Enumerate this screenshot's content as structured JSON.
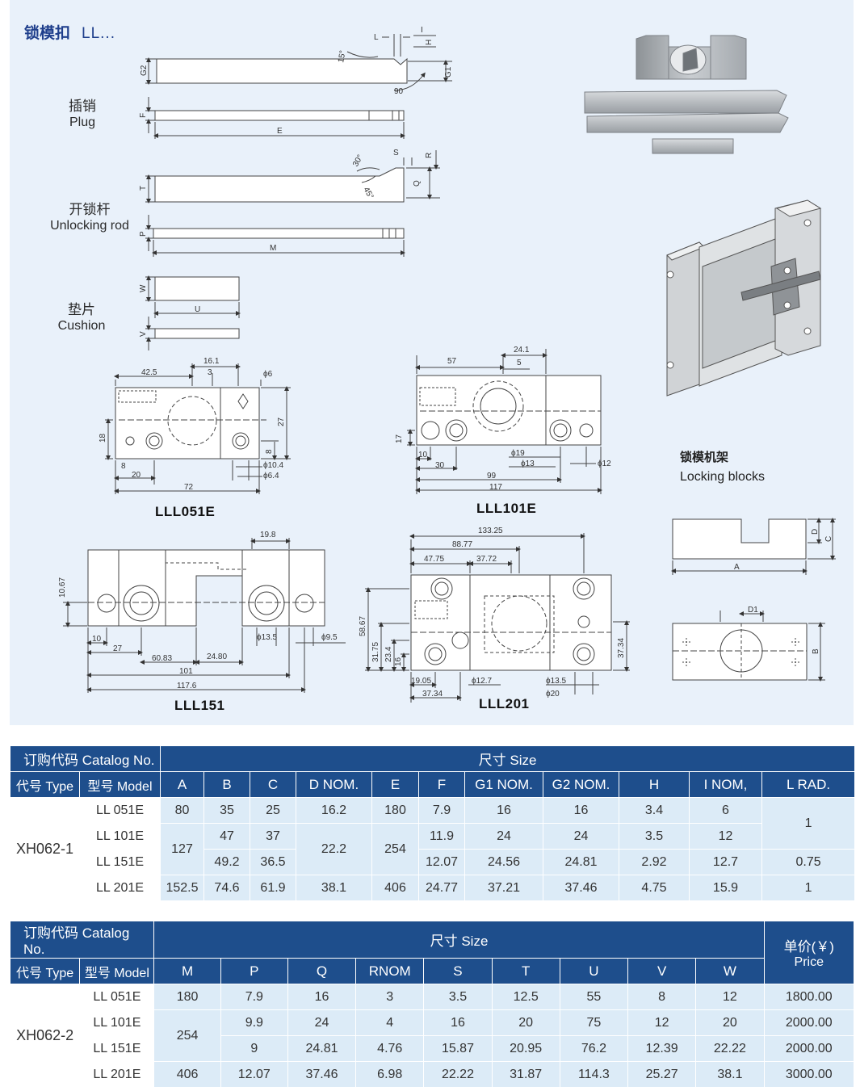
{
  "header": {
    "title_cn": "锁模扣",
    "title_code": "LL..."
  },
  "parts": {
    "plug": {
      "cn": "插销",
      "en": "Plug"
    },
    "unlocking_rod": {
      "cn": "开锁杆",
      "en": "Unlocking rod"
    },
    "cushion": {
      "cn": "垫片",
      "en": "Cushion"
    }
  },
  "locking_blocks": {
    "cn": "锁模机架",
    "en": "Locking blocks"
  },
  "model_labels": {
    "lll051e": "LLL051E",
    "lll101e": "LLL101E",
    "lll151": "LLL151",
    "lll201": "LLL201"
  },
  "dims": {
    "plug": {
      "l": "L",
      "i": "I",
      "h": "H",
      "angle15": "15°",
      "g2": "G2",
      "g1": "G1",
      "angle90": "90",
      "f": "F",
      "e": "E"
    },
    "rod": {
      "angle30": "30°",
      "s": "S",
      "r": "R",
      "t": "T",
      "angle45": "45°",
      "q": "Q",
      "p": "P",
      "m": "M"
    },
    "cushion": {
      "w": "W",
      "u": "U",
      "v": "V"
    },
    "lll051e": {
      "d42_5": "42.5",
      "d16_1": "16.1",
      "d3": "3",
      "phi6": "ϕ6",
      "d27": "27",
      "d18": "18",
      "d8a": "8",
      "d8b": "8",
      "d20": "20",
      "phi10_4": "ϕ10.4",
      "phi6_4": "ϕ6.4",
      "d72": "72"
    },
    "lll101e": {
      "d57": "57",
      "d24_1": "24.1",
      "d5": "5",
      "d17": "17",
      "d10": "10",
      "d30": "30",
      "phi19": "ϕ19",
      "phi13": "ϕ13",
      "phi12": "ϕ12",
      "d99": "99",
      "d117": "117"
    },
    "lll151": {
      "d19_8": "19.8",
      "d10_67": "10.67",
      "d10": "10",
      "d27": "27",
      "d60_83": "60.83",
      "d24_80": "24.80",
      "phi13_5": "ϕ13.5",
      "phi9_5": "ϕ9.5",
      "d101": "101",
      "d117_6": "117.6"
    },
    "lll201": {
      "d133_25": "133.25",
      "d88_77": "88.77",
      "d47_75": "47.75",
      "d37_72": "37.72",
      "d58_67": "58.67",
      "d31_75": "31.75",
      "d23_4": "23.4",
      "d16": "16",
      "d37_34v": "37.34",
      "d19_05": "19.05",
      "phi12_7": "ϕ12.7",
      "phi13_5": "ϕ13.5",
      "d37_34": "37.34",
      "phi20": "ϕ20"
    },
    "blocks": {
      "d": "D",
      "c": "C",
      "a": "A",
      "d1": "D1",
      "b": "B"
    }
  },
  "table1": {
    "catalog_header": "订购代码 Catalog No.",
    "size_header": "尺寸 Size",
    "type_header": "代号 Type",
    "model_header": "型号 Model",
    "columns": [
      "A",
      "B",
      "C",
      "D NOM.",
      "E",
      "F",
      "G1 NOM.",
      "G2 NOM.",
      "H",
      "I NOM,",
      "L RAD."
    ],
    "type": "XH062-1",
    "models": [
      "LL 051E",
      "LL 101E",
      "LL 151E",
      "LL 201E"
    ],
    "r1": {
      "a": "80",
      "b": "35",
      "c": "25",
      "d": "16.2",
      "e": "180",
      "f": "7.9",
      "g1": "16",
      "g2": "16",
      "h": "3.4",
      "i": "6"
    },
    "r2": {
      "a": "127",
      "b": "47",
      "c": "37",
      "d": "22.2",
      "e": "254",
      "f": "11.9",
      "g1": "24",
      "g2": "24",
      "h": "3.5",
      "i": "12"
    },
    "r3": {
      "b": "49.2",
      "c": "36.5",
      "f": "12.07",
      "g1": "24.56",
      "g2": "24.81",
      "h": "2.92",
      "i": "12.7",
      "l": "0.75"
    },
    "r4": {
      "a": "152.5",
      "b": "74.6",
      "c": "61.9",
      "d": "38.1",
      "e": "406",
      "f": "24.77",
      "g1": "37.21",
      "g2": "37.46",
      "h": "4.75",
      "i": "15.9",
      "l": "1"
    },
    "l_r12": "1"
  },
  "table2": {
    "catalog_header": "订购代码 Catalog No.",
    "size_header": "尺寸 Size",
    "price_cn": "单价(￥)",
    "price_en": "Price",
    "type_header": "代号 Type",
    "model_header": "型号 Model",
    "columns": [
      "M",
      "P",
      "Q",
      "RNOM",
      "S",
      "T",
      "U",
      "V",
      "W"
    ],
    "type": "XH062-2",
    "models": [
      "LL 051E",
      "LL 101E",
      "LL 151E",
      "LL 201E"
    ],
    "r1": {
      "m": "180",
      "p": "7.9",
      "q": "16",
      "r": "3",
      "s": "3.5",
      "t": "12.5",
      "u": "55",
      "v": "8",
      "w": "12",
      "price": "1800.00"
    },
    "r2": {
      "m": "254",
      "p": "9.9",
      "q": "24",
      "r": "4",
      "s": "16",
      "t": "20",
      "u": "75",
      "v": "12",
      "w": "20",
      "price": "2000.00"
    },
    "r3": {
      "p": "9",
      "q": "24.81",
      "r": "4.76",
      "s": "15.87",
      "t": "20.95",
      "u": "76.2",
      "v": "12.39",
      "w": "22.22",
      "price": "2000.00"
    },
    "r4": {
      "m": "406",
      "p": "12.07",
      "q": "37.46",
      "r": "6.98",
      "s": "22.22",
      "t": "31.87",
      "u": "114.3",
      "v": "25.27",
      "w": "38.1",
      "price": "3000.00"
    }
  }
}
